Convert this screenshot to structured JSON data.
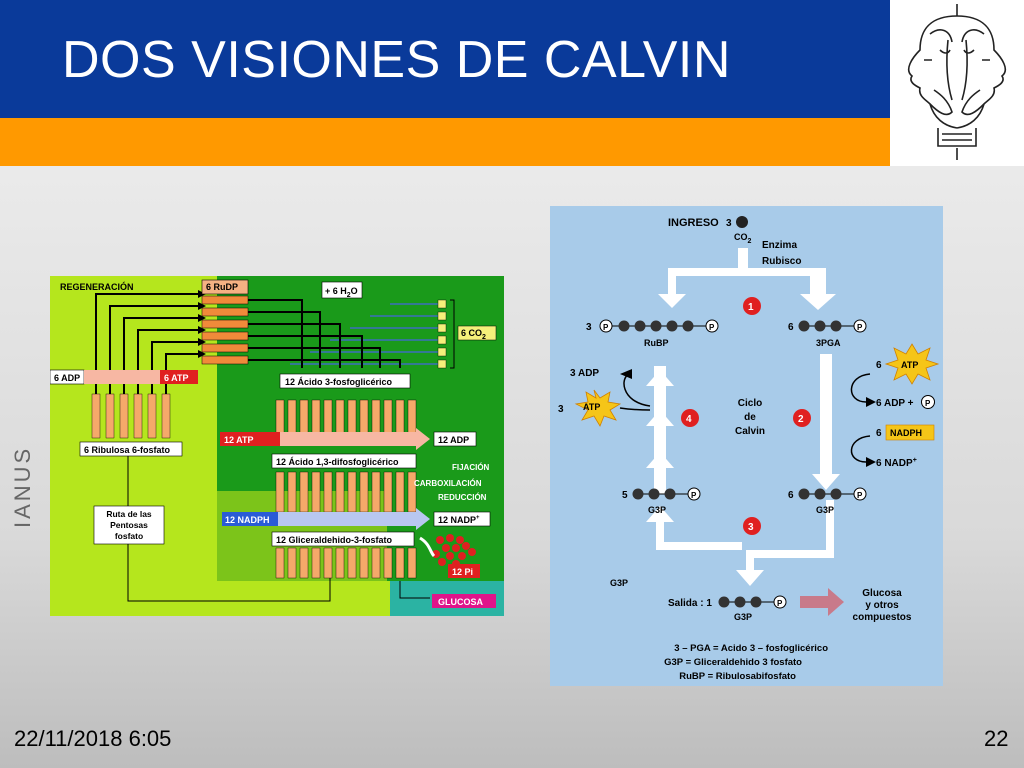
{
  "slide": {
    "title": "DOS VISIONES DE CALVIN",
    "date": "22/11/2018 6:05",
    "page_number": "22",
    "side_logo_text": "IANUS",
    "colors": {
      "title_bar": "#0a3a9a",
      "accent_bar": "#ff9900",
      "left_bg": "#b5e61d",
      "right_bg": "#a8cbe9"
    }
  },
  "left_diagram": {
    "regeneracion": "REGENERACIÓN",
    "rudp": "6 RuDP",
    "water": "+ 6 H",
    "water_sub": "2",
    "water_tail": "O",
    "co2": "6 CO",
    "co2_sub": "2",
    "adp6": "6 ADP",
    "atp6": "6 ATP",
    "acido3": "12 Ácido 3-fosfoglicérico",
    "atp12": "12 ATP",
    "adp12": "12 ADP",
    "acido13": "12 Ácido 1,3-difosfoglicérico",
    "ribulosa": "6 Ribulosa 6-fosfato",
    "fijacion": "FIJACIÓN",
    "carboxilacion": "CARBOXILACIÓN",
    "reduccion": "REDUCCIÓN",
    "nadph12": "12 NADPH",
    "nadp12": "12 NADP",
    "nadp12_sup": "+",
    "ruta1": "Ruta de las",
    "ruta2": "Pentosas",
    "ruta3": "fosfato",
    "gliceraldehido": "12 Gliceraldehido-3-fosfato",
    "pi12": "12 Pi",
    "glucosa": "GLUCOSA"
  },
  "right_diagram": {
    "ingreso": "INGRESO",
    "co2_count": "3",
    "co2": "CO",
    "co2_sub": "2",
    "enzima": "Enzima",
    "rubisco": "Rubisco",
    "step1": "1",
    "step2": "2",
    "step3": "3",
    "step4": "4",
    "rubp_count": "3",
    "rubp": "RuBP",
    "pga_count": "6",
    "pga": "3PGA",
    "adp3": "3  ADP",
    "atp_count": "3",
    "atp": "ATP",
    "ciclo1": "Ciclo",
    "ciclo2": "de",
    "ciclo3": "Calvin",
    "atp6_count": "6",
    "adp6": "6 ADP +",
    "nadph_count": "6",
    "nadph": "NADPH",
    "nadp6": "6 NADP",
    "nadp6_sup": "+",
    "p": "P",
    "g3p_left_count": "5",
    "g3p_left": "G3P",
    "g3p_right_count": "6",
    "g3p_right": "G3P",
    "g3p_label": "G3P",
    "salida": "Salida :  1",
    "g3p_out": "G3P",
    "glucosa1": "Glucosa",
    "glucosa2": "y otros",
    "glucosa3": "compuestos",
    "legend1": "3 – PGA = Acido 3 – fosfoglicérico",
    "legend2": "G3P = Gliceraldehido 3 fosfato",
    "legend3": "RuBP = Ribulosabifosfato"
  }
}
